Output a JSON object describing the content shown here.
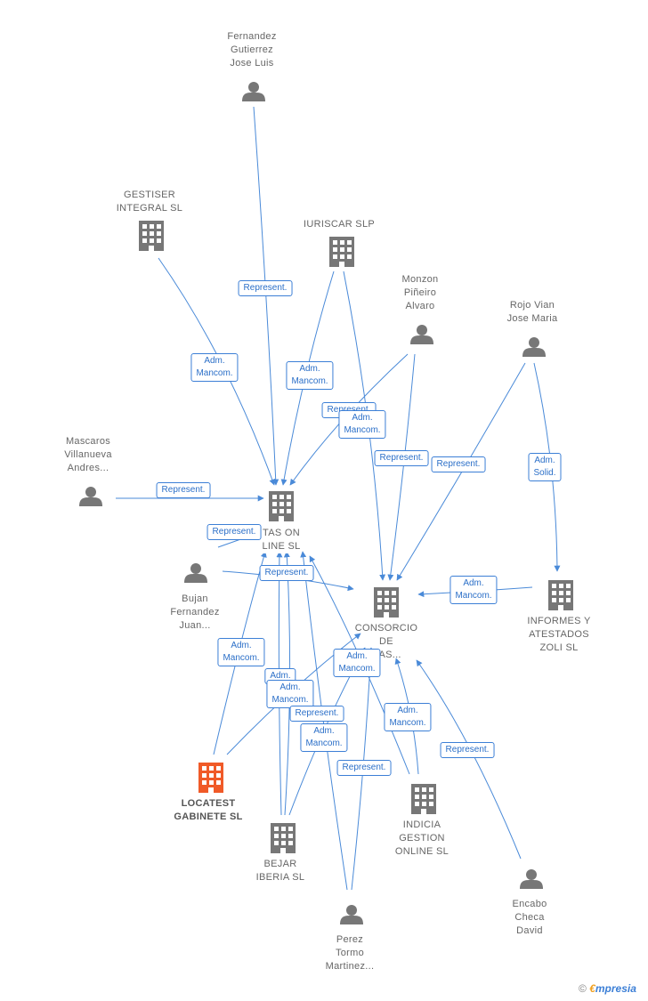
{
  "colors": {
    "edge": "#4a8ad8",
    "node": "#777777",
    "highlight": "#f05a28"
  },
  "nodes": {
    "fernandez": {
      "label": "Fernandez\nGutierrez\nJose Luis",
      "icon": "person-icon"
    },
    "gestiser": {
      "label": "GESTISER\nINTEGRAL SL",
      "icon": "building-icon"
    },
    "iuriscar": {
      "label": "IURISCAR  SLP",
      "icon": "building-icon"
    },
    "monzon": {
      "label": "Monzon\nPiñeiro\nAlvaro",
      "icon": "person-icon"
    },
    "rojo": {
      "label": "Rojo Vian\nJose Maria",
      "icon": "person-icon"
    },
    "mascaros": {
      "label": "Mascaros\nVillanueva\nAndres...",
      "icon": "person-icon"
    },
    "tas_online": {
      "label": "TAS ON\nLINE SL",
      "icon": "building-icon"
    },
    "bujan": {
      "label": "Bujan\nFernandez\nJuan...",
      "icon": "person-icon"
    },
    "consorcio": {
      "label": "CONSORCIO\nDE\nRAS...",
      "icon": "building-icon"
    },
    "informes": {
      "label": "INFORMES Y\nATESTADOS\nZOLI SL",
      "icon": "building-icon"
    },
    "locatest": {
      "label": "LOCATEST\nGABINETE  SL",
      "icon": "building-icon"
    },
    "bejar": {
      "label": "BEJAR\nIBERIA SL",
      "icon": "building-icon"
    },
    "indicia": {
      "label": "INDICIA\nGESTION\nONLINE  SL",
      "icon": "building-icon"
    },
    "encabo": {
      "label": "Encabo\nCheca\nDavid",
      "icon": "person-icon"
    },
    "perez": {
      "label": "Perez\nTormo\nMartinez...",
      "icon": "person-icon"
    }
  },
  "edge_labels": {
    "represent": "Represent.",
    "adm_mancom": "Adm.\nMancom.",
    "adm_solid": "Adm.\nSolid.",
    "adm": "Adm."
  },
  "footer": {
    "copyright": "©",
    "brand_e": "€",
    "brand_rest": "mpresia"
  }
}
